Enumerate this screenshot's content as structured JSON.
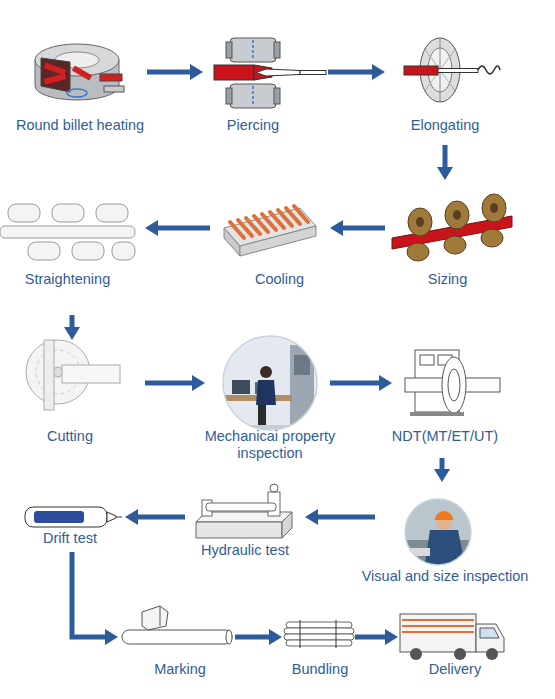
{
  "diagram": {
    "nodes": [
      {
        "text": [
          "Round billet heating"
        ]
      },
      {
        "text": [
          "Piercing"
        ]
      },
      {
        "text": [
          "Elongating"
        ]
      },
      {
        "text": [
          "Sizing"
        ]
      },
      {
        "text": [
          "Cooling"
        ]
      },
      {
        "text": [
          "Straightening"
        ]
      },
      {
        "text": [
          "Cutting"
        ]
      },
      {
        "text": [
          "Mechanicai property inspection"
        ]
      },
      {
        "text": [
          "NDT(MT/ET/UT)"
        ]
      },
      {
        "text": [
          "Visual and size inspection"
        ]
      },
      {
        "text": [
          "Hydraulic test"
        ]
      },
      {
        "text": [
          "Drift test"
        ]
      },
      {
        "text": [
          "Marking"
        ]
      },
      {
        "text": [
          "Bundling"
        ]
      },
      {
        "text": [
          "Delivery"
        ]
      }
    ],
    "edges": [
      {
        "from": 0,
        "to": 1,
        "arrow": "to"
      },
      {
        "from": 1,
        "to": 2,
        "arrow": "to"
      },
      {
        "from": 2,
        "to": 3,
        "arrow": "to"
      },
      {
        "from": 3,
        "to": 4,
        "arrow": "to"
      },
      {
        "from": 4,
        "to": 5,
        "arrow": "to"
      },
      {
        "from": 5,
        "to": 6,
        "arrow": "to"
      },
      {
        "from": 6,
        "to": 7,
        "arrow": "to"
      },
      {
        "from": 7,
        "to": 8,
        "arrow": "to"
      },
      {
        "from": 8,
        "to": 9,
        "arrow": "to"
      },
      {
        "from": 9,
        "to": 10,
        "arrow": "to"
      },
      {
        "from": 10,
        "to": 11,
        "arrow": "to"
      },
      {
        "from": 11,
        "to": 12,
        "arrow": "to"
      },
      {
        "from": 12,
        "to": 13,
        "arrow": "to"
      },
      {
        "from": 13,
        "to": 14,
        "arrow": "to"
      }
    ]
  }
}
